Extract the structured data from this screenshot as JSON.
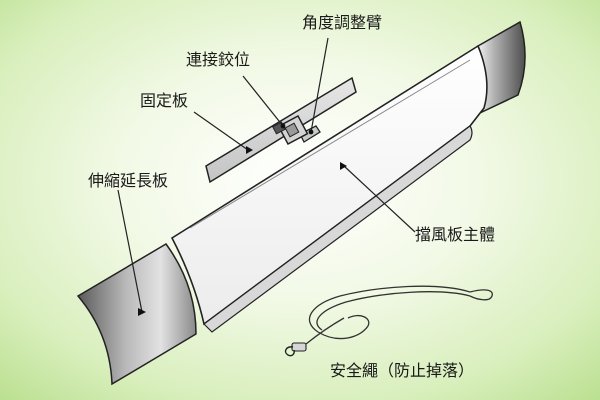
{
  "labels": {
    "angle_arm": "角度調整臂",
    "hinge": "連接鉸位",
    "fixing_plate": "固定板",
    "extension_plate": "伸縮延長板",
    "main_body": "擋風板主體",
    "safety_rope": "安全繩（防止掉落）"
  },
  "colors": {
    "background": "#d6ecb8",
    "outline": "#222222",
    "panel_fill": "#ffffff",
    "metal": "#8e8e8e"
  }
}
